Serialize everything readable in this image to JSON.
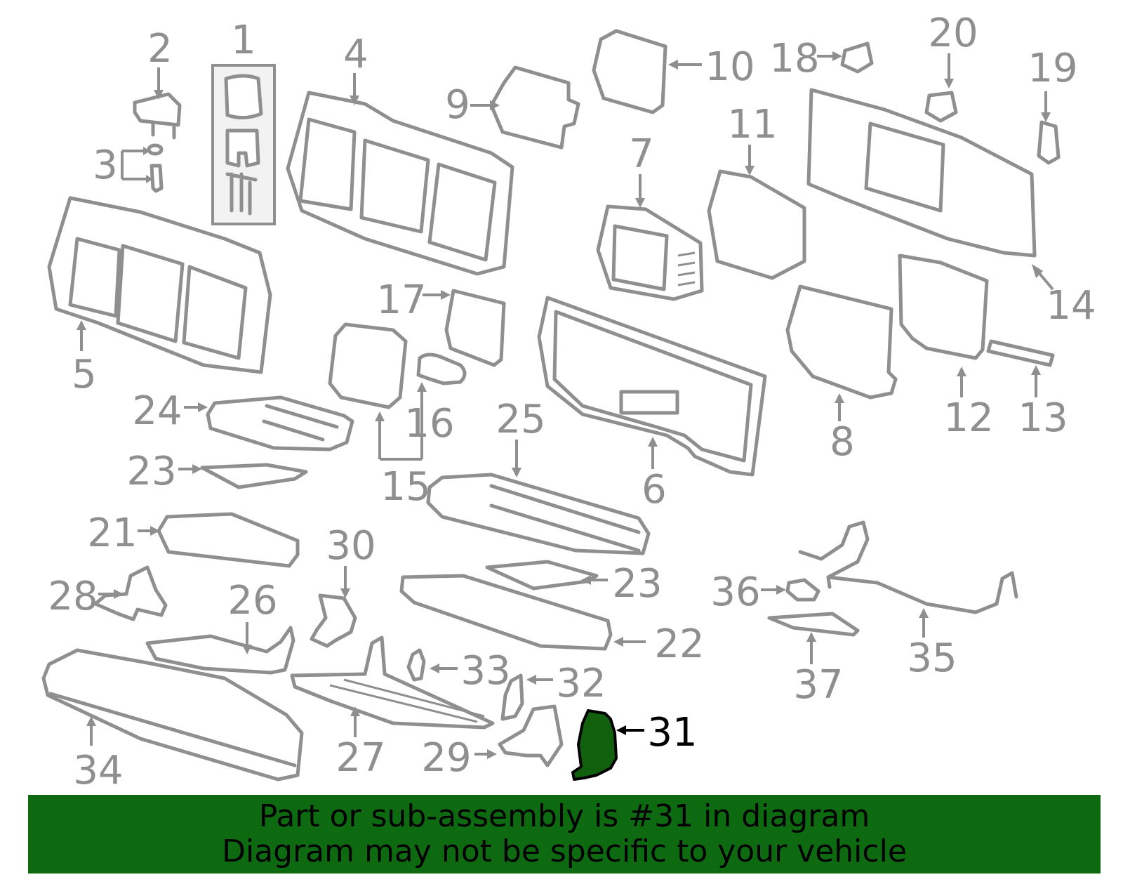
{
  "diagram": {
    "callouts": [
      "1",
      "2",
      "3",
      "4",
      "5",
      "6",
      "7",
      "8",
      "9",
      "10",
      "11",
      "12",
      "13",
      "14",
      "15",
      "16",
      "17",
      "18",
      "19",
      "20",
      "21",
      "22",
      "23",
      "23",
      "24",
      "25",
      "26",
      "27",
      "28",
      "29",
      "30",
      "31",
      "32",
      "33",
      "34",
      "35",
      "36",
      "37"
    ],
    "highlighted_part": "31",
    "highlight_color": "#10600e",
    "line_color": "#8f8f8f"
  },
  "banner": {
    "line1": "Part or sub-assembly is #31 in diagram",
    "line2": "Diagram may not be specific to your vehicle",
    "background": "#0e6a11"
  }
}
